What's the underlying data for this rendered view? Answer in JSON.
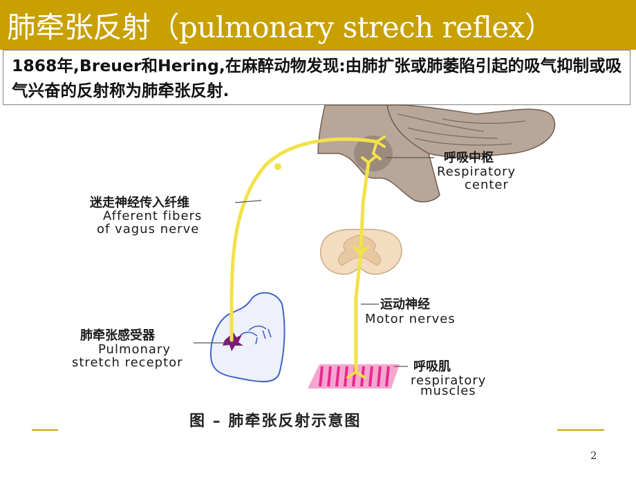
{
  "title": "肺牵张反射（pulmonary strech reflex）",
  "definition": "1868年,Breuer和Hering,在麻醉动物发现:由肺扩张或肺萎陷引起的吸气抑制或吸气兴奋的反射称为肺牵张反射.",
  "labels": {
    "respiratory_center_cn": "呼吸中枢",
    "respiratory_center_en_1": "Respiratory",
    "respiratory_center_en_2": "center",
    "afferent_cn": "迷走神经传入纤维",
    "afferent_en_1": "Afferent fibers",
    "afferent_en_2": "of vagus nerve",
    "motor_cn": "运动神经",
    "motor_en": "Motor nerves",
    "receptor_cn": "肺牵张感受器",
    "receptor_en_1": "Pulmonary",
    "receptor_en_2": "stretch receptor",
    "muscle_cn": "呼吸肌",
    "muscle_en_1": "respiratory",
    "muscle_en_2": "muscles"
  },
  "caption": "图 – 肺牵张反射示意图",
  "page_number": "2",
  "colors": {
    "title_bar": "#c8a000",
    "nerve": "#f2e24a",
    "brain": "#b8a698",
    "spinal_cord": "#f3dcc0",
    "lung": "#3d63c8",
    "muscle": "#e8288c"
  }
}
